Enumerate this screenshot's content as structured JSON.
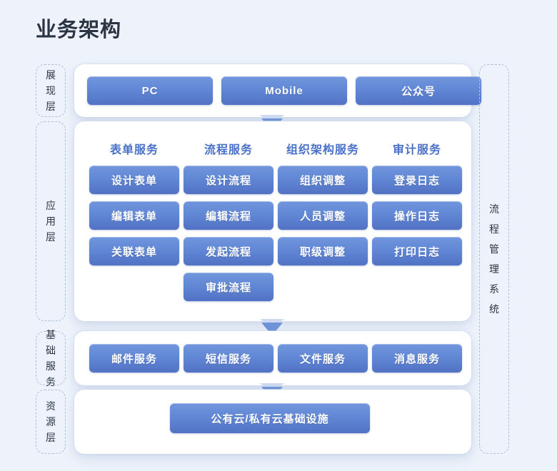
{
  "page": {
    "title": "业务架构",
    "background_color": "#eef3fb",
    "title_color": "#2b3443",
    "accent_color": "#5272c4",
    "caption_color": "#4a71c8",
    "button_gradient_top": "#7296dd",
    "button_gradient_bottom": "#5272c4",
    "dashed_border_color": "#aebfd8"
  },
  "side_tag_right": {
    "label": "流程管理系统"
  },
  "layers": [
    {
      "id": "presentation",
      "tag": "展现层",
      "items": [
        "PC",
        "Mobile",
        "公众号"
      ]
    },
    {
      "id": "application",
      "tag": "应用层",
      "columns": [
        {
          "caption": "表单服务",
          "items": [
            "设计表单",
            "编辑表单",
            "关联表单"
          ]
        },
        {
          "caption": "流程服务",
          "items": [
            "设计流程",
            "编辑流程",
            "发起流程",
            "审批流程"
          ]
        },
        {
          "caption": "组织架构服务",
          "items": [
            "组织调整",
            "人员调整",
            "职级调整"
          ]
        },
        {
          "caption": "审计服务",
          "items": [
            "登录日志",
            "操作日志",
            "打印日志"
          ]
        }
      ]
    },
    {
      "id": "basic-services",
      "tag": "基础服务",
      "items": [
        "邮件服务",
        "短信服务",
        "文件服务",
        "消息服务"
      ]
    },
    {
      "id": "resource",
      "tag": "资源层",
      "items": [
        "公有云/私有云基础设施"
      ]
    }
  ],
  "arrows": [
    {
      "name": "arrow-presentation-to-application"
    },
    {
      "name": "arrow-application-to-basic"
    },
    {
      "name": "arrow-basic-to-resource"
    }
  ]
}
